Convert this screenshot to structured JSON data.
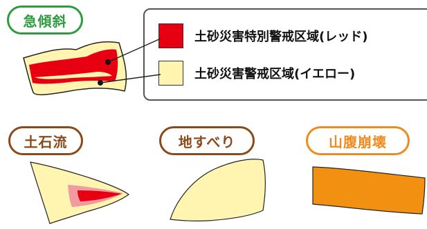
{
  "colors": {
    "red_zone": "#e60012",
    "yellow_zone": "#fff5b0",
    "green": "#2e9b3f",
    "brown": "#8b4a1a",
    "dark_yellow": "#d9a600",
    "orange": "#f08a1c",
    "landslide_fill": "#f29111"
  },
  "labels": {
    "steep_slope": "急傾斜",
    "debris_flow": "土石流",
    "landslide": "地すべり",
    "slope_collapse": "山腹崩壊"
  },
  "legend": [
    {
      "text": "土砂災害特別警戒区域(レッド)",
      "color_key": "red_zone"
    },
    {
      "text": "土砂災害警戒区域(イエロー)",
      "color_key": "yellow_zone"
    }
  ]
}
